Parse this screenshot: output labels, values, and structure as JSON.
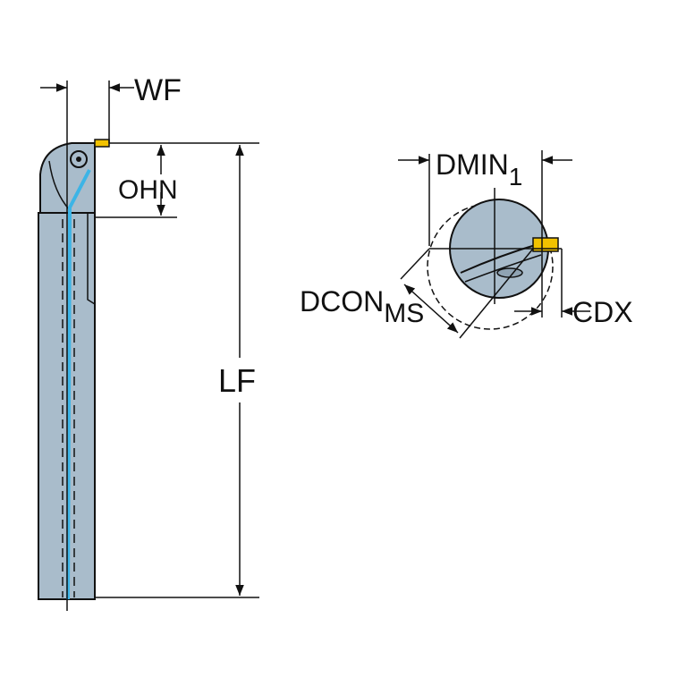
{
  "labels": {
    "wf": "WF",
    "ohn": "OHN",
    "lf": "LF",
    "dmin": "DMIN",
    "dmin_sub": "1",
    "dcon": "DCON",
    "dcon_sub": "MS",
    "cdx": "CDX"
  },
  "colors": {
    "body": "#a9bccb",
    "coolant": "#3cb4e6",
    "insert": "#f2c200",
    "line": "#111111"
  }
}
